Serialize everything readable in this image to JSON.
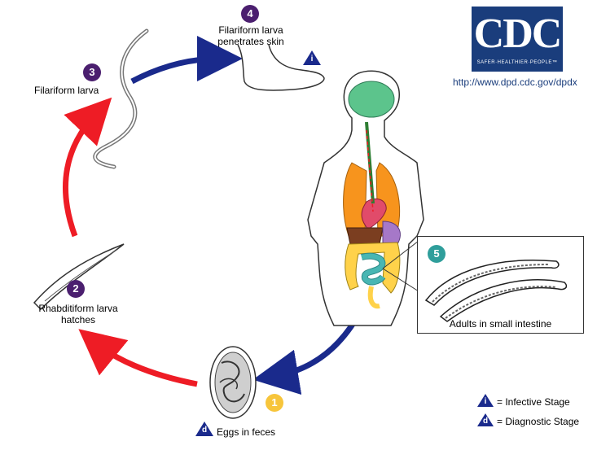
{
  "logo": {
    "text": "CDC",
    "tagline": "SAFER·HEALTHIER·PEOPLE™",
    "url": "http://www.dpd.cdc.gov/dpdx"
  },
  "stages": [
    {
      "number": "1",
      "label_lines": [
        "Eggs in feces"
      ],
      "marker": "d"
    },
    {
      "number": "2",
      "label_lines": [
        "Rhabditiform larva",
        "hatches"
      ]
    },
    {
      "number": "3",
      "label_lines": [
        "Filariform larva"
      ]
    },
    {
      "number": "4",
      "label_lines": [
        "Filariform larva",
        "penetrates skin"
      ],
      "marker": "i"
    },
    {
      "number": "5",
      "label_lines": [
        "Adults in small intestine"
      ]
    }
  ],
  "legend": {
    "infective_symbol": "i",
    "infective_text": "= Infective Stage",
    "diagnostic_symbol": "d",
    "diagnostic_text": "= Diagnostic Stage"
  },
  "colors": {
    "red_arrow": "#ee1c25",
    "blue_arrow": "#1a2a8c",
    "stage_badge": "#4b1f6f",
    "adult_badge": "#2f9e9b",
    "egg_badge": "#f7c53b",
    "logo_blue": "#1a3d7c",
    "lungs": "#f7941d",
    "brain": "#5cc48c",
    "intestine": "#48b6b3",
    "colon": "#ffd24a"
  }
}
